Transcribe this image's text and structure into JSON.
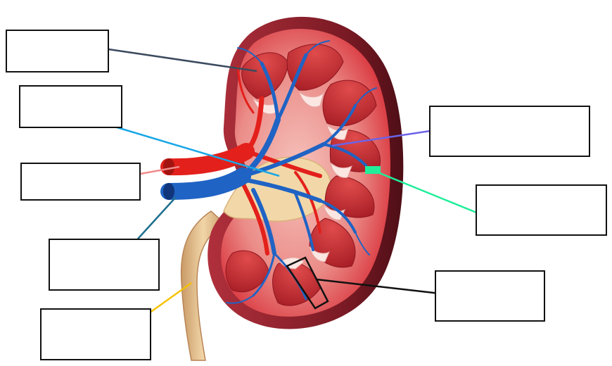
{
  "diagram": {
    "subject_icon": "kidney-cross-section-icon",
    "labels": [
      {
        "id": "box-1",
        "text": "",
        "leader_color": "#3b4a5e"
      },
      {
        "id": "box-2",
        "text": "",
        "leader_color": "#1aa7e6"
      },
      {
        "id": "box-3",
        "text": "",
        "leader_color": "#f08a8a"
      },
      {
        "id": "box-4",
        "text": "",
        "leader_color": "#1d6f8e"
      },
      {
        "id": "box-5",
        "text": "",
        "leader_color": "#f5c200"
      },
      {
        "id": "box-6",
        "text": "",
        "leader_color": "#6c63e8"
      },
      {
        "id": "box-7",
        "text": "",
        "leader_color": "#22ee9a"
      },
      {
        "id": "box-8",
        "text": "",
        "leader_color": "#111111"
      }
    ],
    "colors": {
      "capsule": "#7a1a24",
      "cortex": "#d8323a",
      "pyramid": "#c42a30",
      "pelvis": "#f2d8a8",
      "artery": "#e3201b",
      "vein": "#1f63c4",
      "ureter": "#e6c08e"
    }
  }
}
